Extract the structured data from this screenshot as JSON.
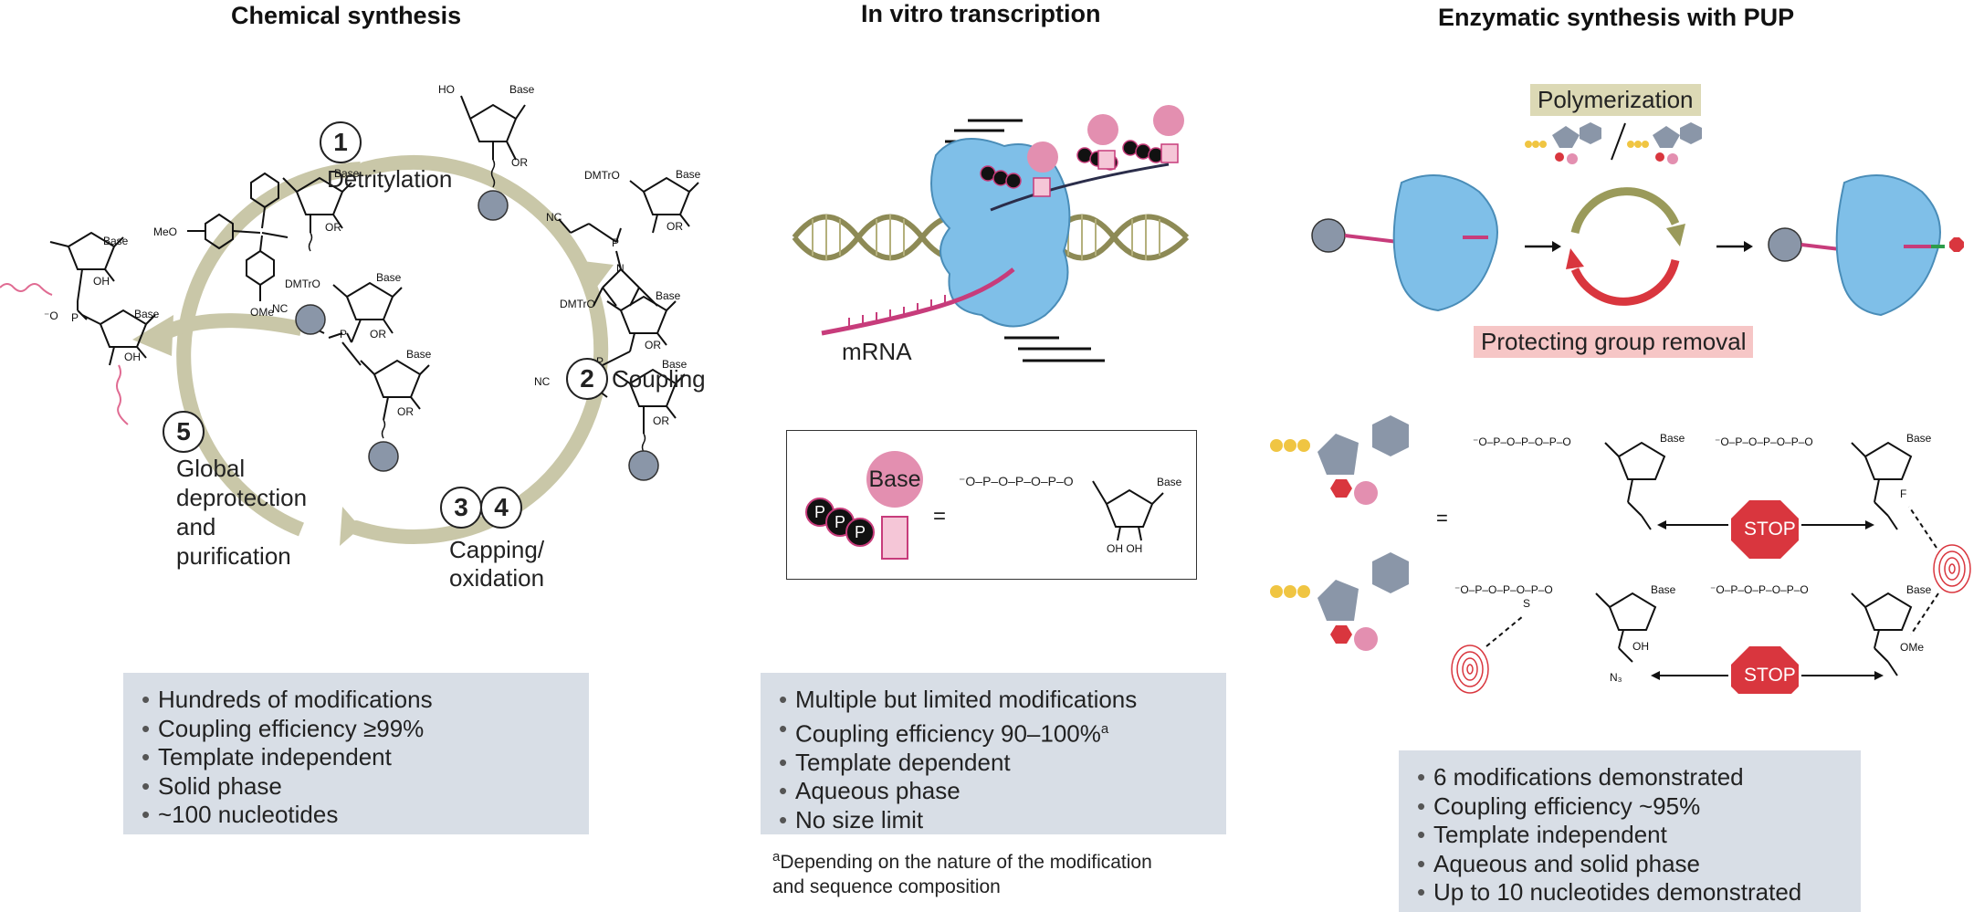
{
  "panels": {
    "chemical": {
      "title": "Chemical synthesis",
      "steps": [
        {
          "num": "1",
          "label": "Detritylation"
        },
        {
          "num": "2",
          "label": "Coupling"
        },
        {
          "num": "3",
          "label": ""
        },
        {
          "num": "4",
          "label": "Capping/"
        },
        {
          "num": "",
          "label": "oxidation"
        },
        {
          "num": "5",
          "label": "Global"
        }
      ],
      "step5_lines": [
        "Global",
        "deprotection",
        "and",
        "purification"
      ],
      "features": [
        "Hundreds of modifications",
        "Coupling efficiency ≥99%",
        "Template independent",
        "Solid phase",
        "~100 nucleotides"
      ],
      "chem_labels": {
        "base": "Base",
        "ho": "HO",
        "or": "OR",
        "dmtro": "DMTrO",
        "meo": "MeO",
        "ome": "OMe",
        "nc": "NC",
        "oh": "OH",
        "p": "P",
        "n": "N",
        "o": "O",
        "o_minus": "⁻O"
      }
    },
    "ivt": {
      "title": "In vitro transcription",
      "mrna_label": "mRNA",
      "ntp_base": "Base",
      "ppp": [
        "P",
        "P",
        "P"
      ],
      "equals": "=",
      "triphosphate": "⁻O–P–O–P–O–P–O",
      "features_main": [
        "Multiple but limited modifications",
        "Coupling efficiency 90–100%"
      ],
      "features_sup": "a",
      "features_rest": [
        "Template dependent",
        "Aqueous phase",
        "No size limit"
      ],
      "footnote_mark": "a",
      "footnote_line1": "Depending on the nature of the modification",
      "footnote_line2": "and sequence composition",
      "oh_oh": "OH  OH"
    },
    "pup": {
      "title": "Enzymatic synthesis with PUP",
      "polymerization_label": "Polymerization",
      "protecting_label": "Protecting group removal",
      "stop_label": "STOP",
      "equals": "=",
      "substituents": {
        "f": "F",
        "ome": "OMe",
        "oh": "OH",
        "n3": "N₃",
        "s": "S"
      },
      "features": [
        "6 modifications demonstrated",
        "Coupling efficiency ~95%",
        "Template independent",
        "Aqueous and solid phase",
        "Up to 10 nucleotides demonstrated"
      ]
    }
  },
  "colors": {
    "cycle_arrow": "#c9c7a8",
    "feature_box": "#d8dee6",
    "enzyme": "#7fbfe8",
    "stop": "#d9363e",
    "base_pink": "#e38fb0",
    "phosphate_yellow": "#f0c542",
    "polymerization_bg": "#dcd9b5",
    "protecting_bg": "#f6c6c6",
    "bead": "#8a96a8"
  }
}
